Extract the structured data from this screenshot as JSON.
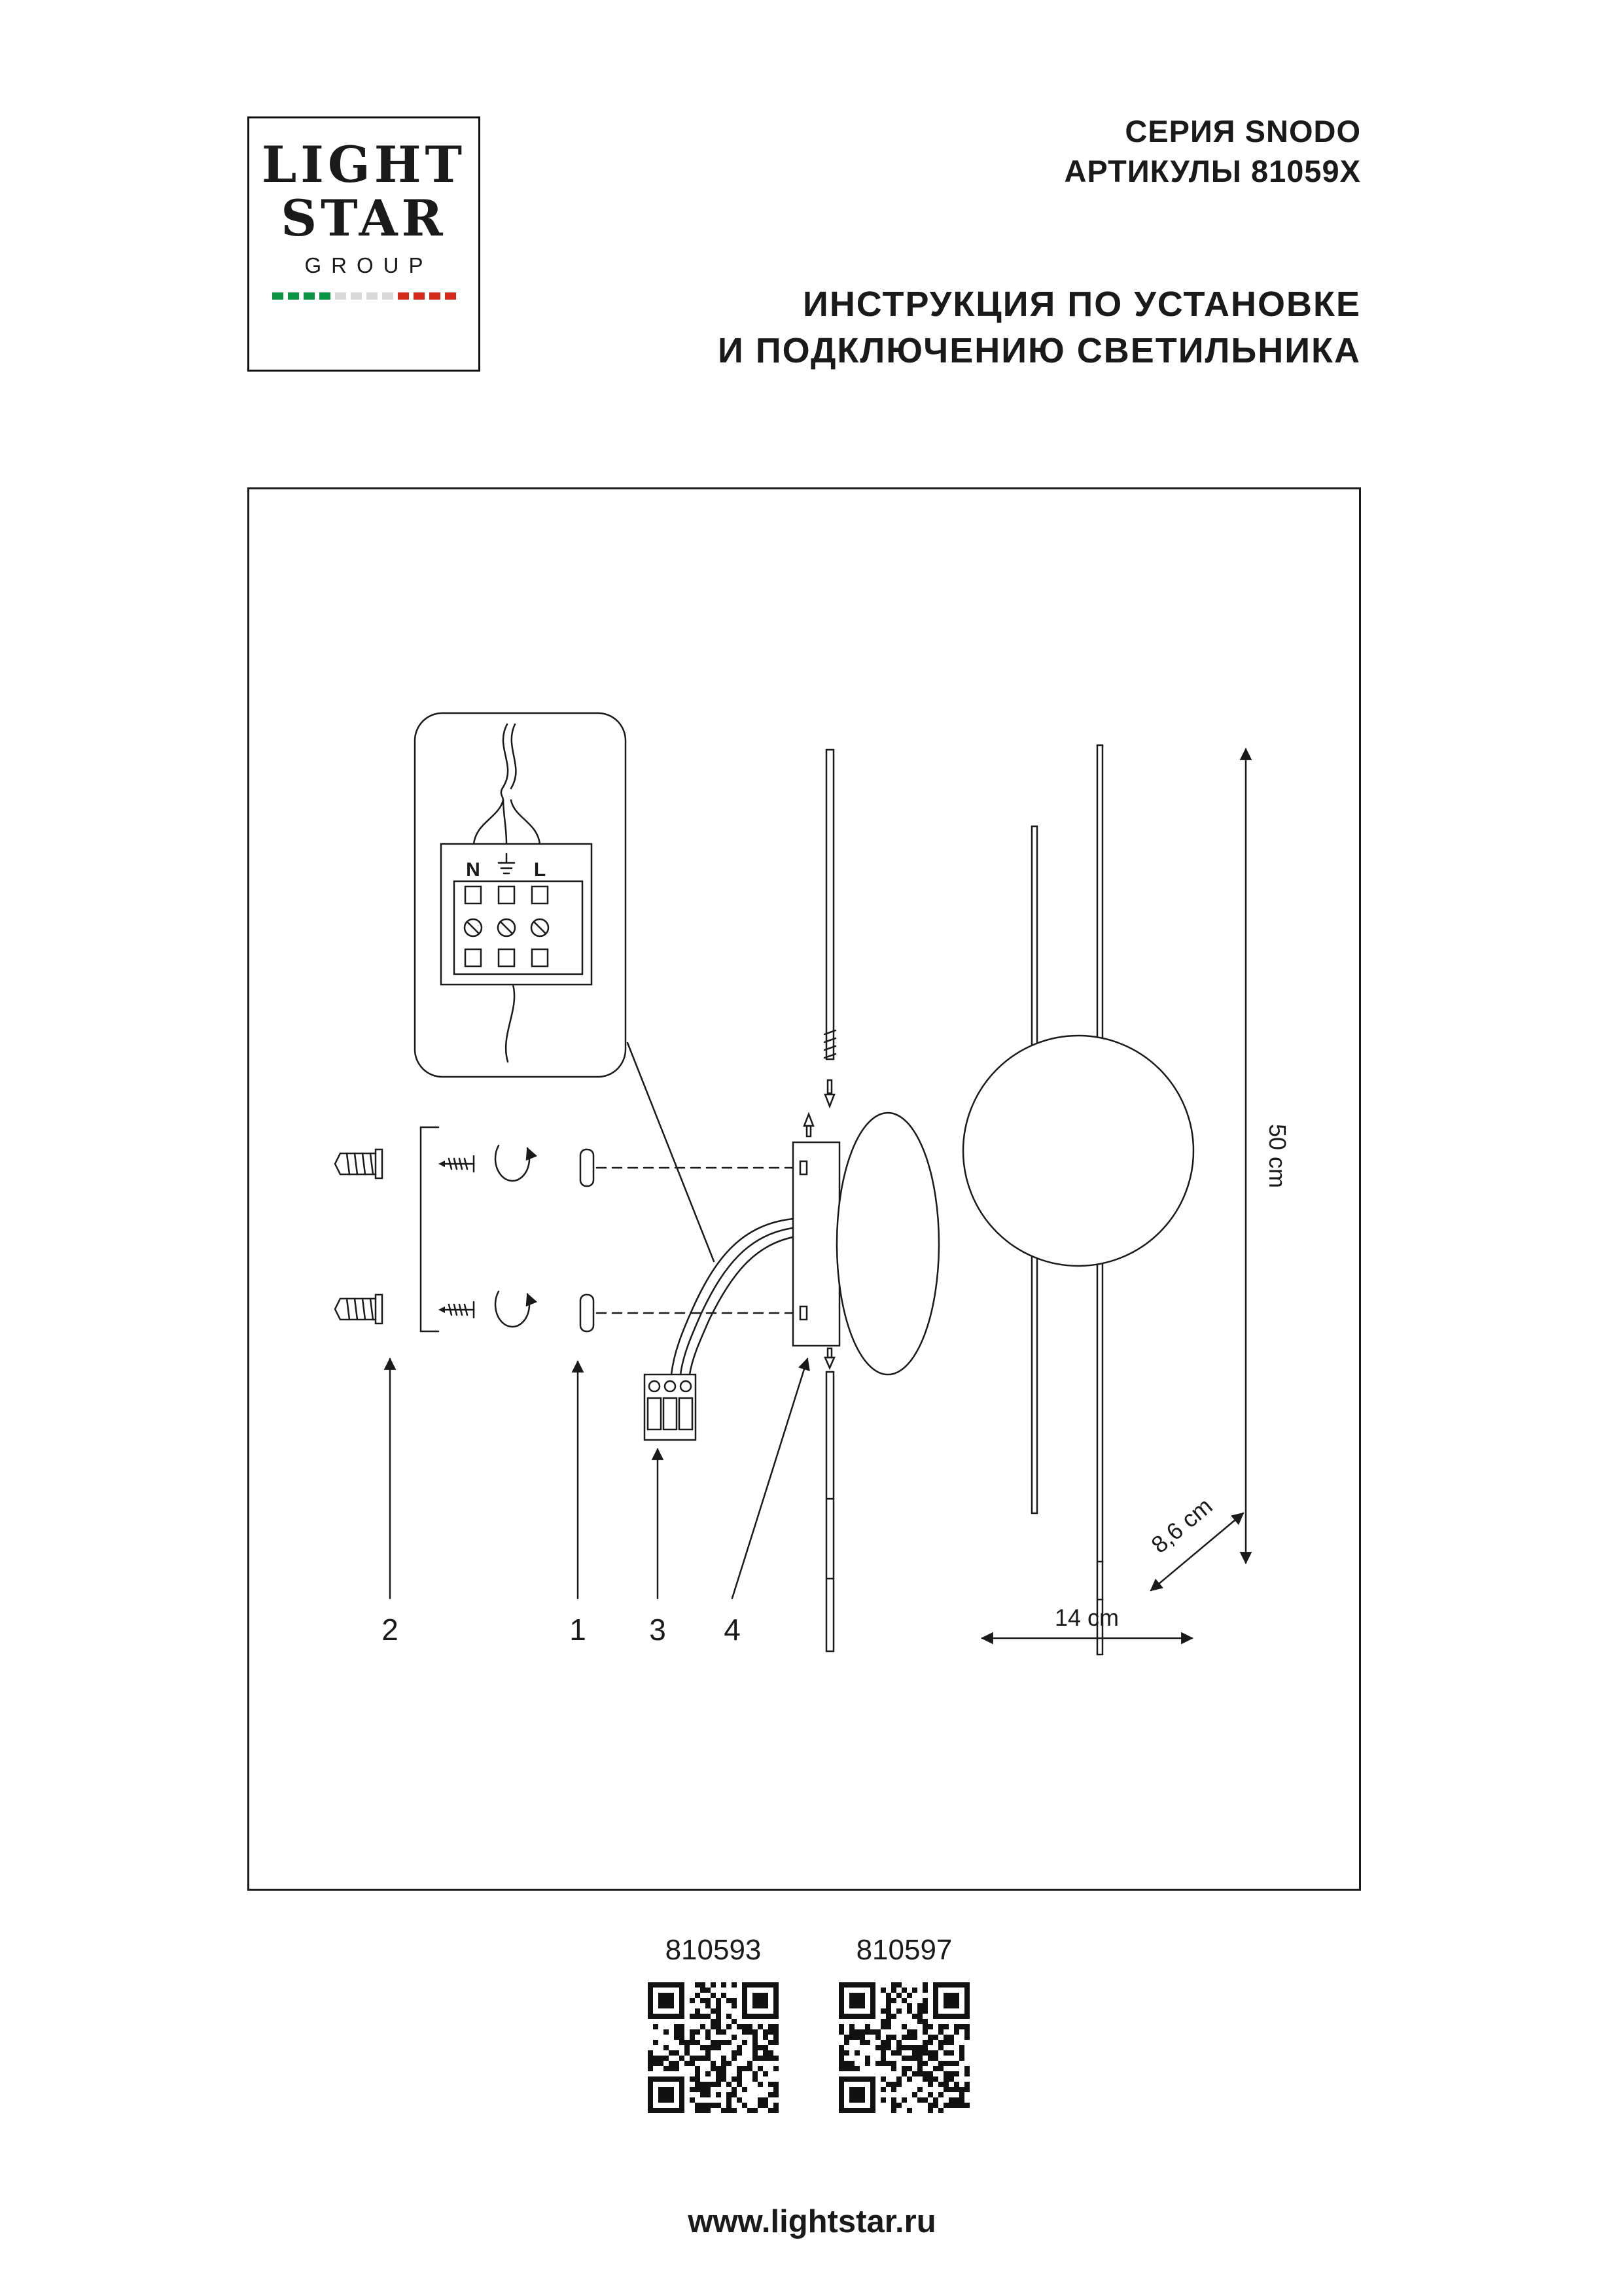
{
  "logo": {
    "light": "LIGHT",
    "star": "STAR",
    "group": "GROUP"
  },
  "header": {
    "series": "СЕРИЯ SNODO",
    "articles": "АРТИКУЛЫ 81059X",
    "instruction_line1": "ИНСТРУКЦИЯ ПО УСТАНОВКЕ",
    "instruction_line2": "И ПОДКЛЮЧЕНИЮ СВЕТИЛЬНИКА"
  },
  "diagram": {
    "terminal": {
      "n": "N",
      "l": "L"
    },
    "dimensions": {
      "height": "50 cm",
      "width": "14 cm",
      "depth": "8,6 cm"
    },
    "part_labels": {
      "p1": "1",
      "p2": "2",
      "p3": "3",
      "p4": "4"
    }
  },
  "footer": {
    "articles": [
      {
        "code": "810593"
      },
      {
        "code": "810597"
      }
    ],
    "website": "www.lightstar.ru"
  },
  "colors": {
    "ink": "#1a1a1a",
    "flag_green": "#0b9444",
    "flag_white": "#d9d9d9",
    "flag_red": "#d52b1e"
  }
}
